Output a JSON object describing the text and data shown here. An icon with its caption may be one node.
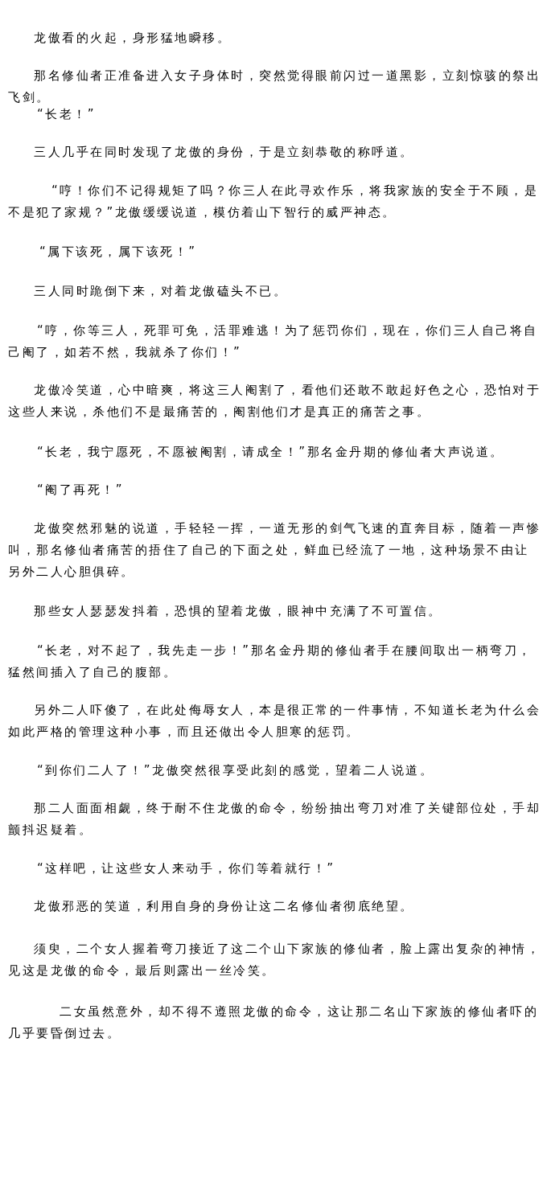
{
  "diagram": {
    "labels": [
      "龙傲看的火起，身形猛地瞬移。",
      "那名修仙者正准备进入女子身体时，突然觉得眼前闪过一道黑影，立刻惊骇的祭出飞剑。",
      "“长老！”",
      "三人几乎在同时发现了龙傲的身份，于是立刻恭敬的称呼道。",
      "“哼！你们不记得规矩了吗？你三人在此寻欢作乐，将我家族的安全于不顾，是不是犯了家规？”龙傲缓缓说道，模仿着山下智行的威严神态。",
      "“属下该死，属下该死！”",
      "三人同时跪倒下来，对着龙傲磕头不已。",
      "“哼，你等三人，死罪可免，活罪难逃！为了惩罚你们，现在，你们三人自己将自己阉了，如若不然，我就杀了你们！”",
      "龙傲冷笑道，心中暗爽，将这三人阉割了，看他们还敢不敢起好色之心，恐怕对于这些人来说，杀他们不是最痛苦的，阉割他们才是真正的痛苦之事。",
      "“长老，我宁愿死，不愿被阉割，请成全！”那名金丹期的修仙者大声说道。",
      "“阉了再死！”",
      "龙傲突然邪魅的说道，手轻轻一挥，一道无形的剑气飞速的直奔目标，随着一声惨叫，那名修仙者痛苦的捂住了自己的下面之处，鲜血已经流了一地，这种场景不由让另外二人心胆俱碎。",
      "那些女人瑟瑟发抖着，恐惧的望着龙傲，眼神中充满了不可置信。",
      "“长老，对不起了，我先走一步！”那名金丹期的修仙者手在腰间取出一柄弯刀，猛然间插入了自己的腹部。",
      "另外二人吓傻了，在此处侮辱女人，本是很正常的一件事情，不知道长老为什么会如此严格的管理这种小事，而且还做出令人胆寒的惩罚。",
      "“到你们二人了！”龙傲突然很享受此刻的感觉，望着二人说道。",
      "那二人面面相觑，终于耐不住龙傲的命令，纷纷抽出弯刀对准了关键部位处，手却颤抖迟疑着。",
      "“这样吧，让这些女人来动手，你们等着就行！”",
      "龙傲邪恶的笑道，利用自身的身份让这二名修仙者彻底绝望。",
      "须臾，二个女人握着弯刀接近了这二个山下家族的修仙者，脸上露出复杂的神情，见这是龙傲的命令，最后则露出一丝冷笑。",
      "二女虽然意外，却不得不遵照龙傲的命令，这让那二名山下家族的修仙者吓的几乎要昏倒过去。"
    ]
  }
}
